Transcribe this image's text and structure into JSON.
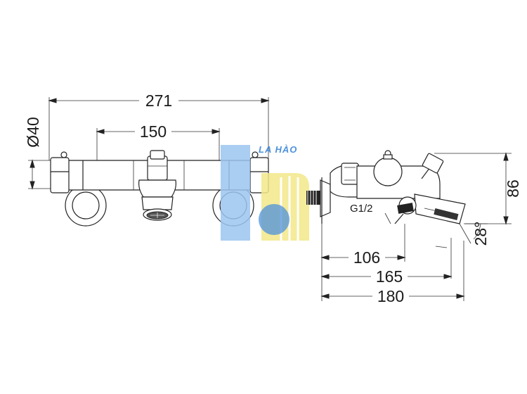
{
  "front_view": {
    "dim_overall_width": "271",
    "dim_inlet_centers": "150",
    "dim_diameter": "Ø40"
  },
  "side_view": {
    "thread_label": "G1/2",
    "dim_106": "106",
    "dim_165": "165",
    "dim_180": "180",
    "dim_height": "86",
    "dim_angle": "28°"
  },
  "watermark": {
    "brand_text": "LA HÀO",
    "colors": {
      "blue": "#2f7fd6",
      "light_blue": "#9cc5f0",
      "yellow": "#f3e88a"
    }
  }
}
